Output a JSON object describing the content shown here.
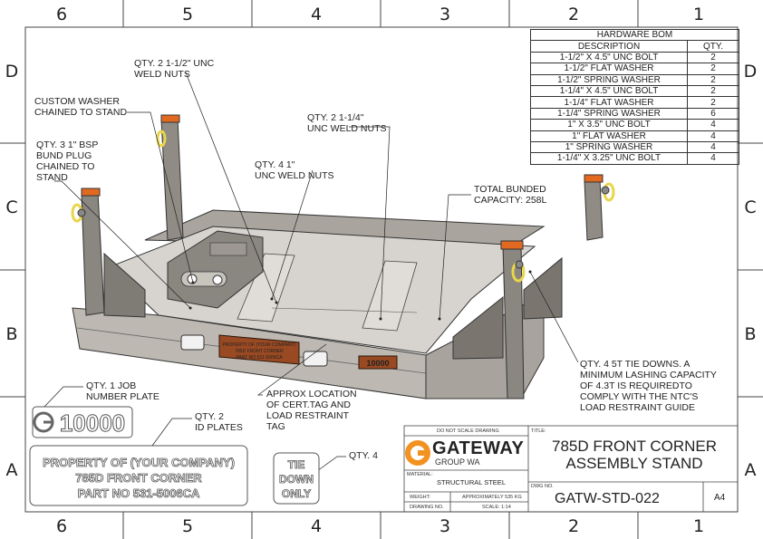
{
  "zones": {
    "top": [
      "6",
      "5",
      "4",
      "3",
      "2",
      "1"
    ],
    "bottom": [
      "6",
      "5",
      "4",
      "3",
      "2",
      "1"
    ],
    "left": [
      "D",
      "C",
      "B",
      "A"
    ],
    "right": [
      "D",
      "C",
      "B",
      "A"
    ]
  },
  "bom": {
    "title": "HARDWARE BOM",
    "headers": [
      "DESCRIPTION",
      "QTY."
    ],
    "rows": [
      [
        "1-1/2\" X 4.5\" UNC BOLT",
        "2"
      ],
      [
        "1-1/2\" FLAT WASHER",
        "2"
      ],
      [
        "1-1/2\" SPRING WASHER",
        "2"
      ],
      [
        "1-1/4\" X 4.5\" UNC BOLT",
        "2"
      ],
      [
        "1-1/4\" FLAT WASHER",
        "2"
      ],
      [
        "1-1/4\" SPRING WASHER",
        "6"
      ],
      [
        "1\" X 3.5\" UNC BOLT",
        "4"
      ],
      [
        "1\" FLAT WASHER",
        "4"
      ],
      [
        "1\" SPRING WASHER",
        "4"
      ],
      [
        "1-1/4\" X 3.25\" UNC BOLT",
        "4"
      ]
    ]
  },
  "callouts": {
    "weld_nuts_112": "QTY. 2 1-1/2\" UNC\nWELD NUTS",
    "custom_washer": "CUSTOM WASHER\nCHAINED TO STAND",
    "bsp_plug": "QTY. 3 1\" BSP\nBUND PLUG\nCHAINED TO\nSTAND",
    "weld_nuts_1": "QTY. 4 1\"\nUNC WELD NUTS",
    "weld_nuts_114": "QTY. 2 1-1/4\"\nUNC WELD NUTS",
    "bunded": "TOTAL BUNDED\nCAPACITY: 258L",
    "tie_downs": "QTY. 4 5T TIE DOWNS. A\nMINIMUM LASHING CAPACITY\nOF 4.3T IS REQUIREDTO\nCOMPLY WITH THE NTC'S\nLOAD RESTRAINT GUIDE",
    "cert_tag": "APPROX LOCATION\nOF CERT.TAG AND\nLOAD RESTRAINT\nTAG",
    "job_plate": "QTY. 1 JOB\nNUMBER PLATE",
    "id_plates": "QTY. 2\nID PLATES",
    "tie_qty": "QTY. 4"
  },
  "plates": {
    "job_number": "10000",
    "id_lines": [
      "PROPERTY OF (YOUR COMPANY)",
      "785D FRONT CORNER",
      "PART NO 531-5006CA"
    ],
    "tie_lines": [
      "TIE",
      "DOWN",
      "ONLY"
    ],
    "tag_lines": [
      "PROPERTY OF (YOUR COMPANY)",
      "785D FRONT CORNER",
      "PART NO 531-5006CA"
    ],
    "tag_number": "10000"
  },
  "title_block": {
    "do_not_scale": "DO NOT SCALE DRAWING",
    "title_label": "TITLE:",
    "title": "785D FRONT CORNER\nASSEMBLY STAND",
    "company": "GATEWAY",
    "company_sub": "GROUP WA",
    "material_label": "MATERIAL:",
    "material": "STRUCTURAL STEEL",
    "weight_label": "WEIGHT:",
    "weight": "APPROXIMATELY 535 KG",
    "drawing_no_label": "DRAWING NO.",
    "scale": "SCALE: 1:14",
    "dwg_no_label": "DWG NO.",
    "dwg_no": "GATW-STD-022",
    "sheet_size": "A4"
  },
  "colors": {
    "frame": "#444444",
    "steel": "#b8b4ad",
    "steel_dark": "#8e8a84",
    "accent": "#f29220",
    "tag": "#9a4a23",
    "yellow": "#e9d64a"
  }
}
